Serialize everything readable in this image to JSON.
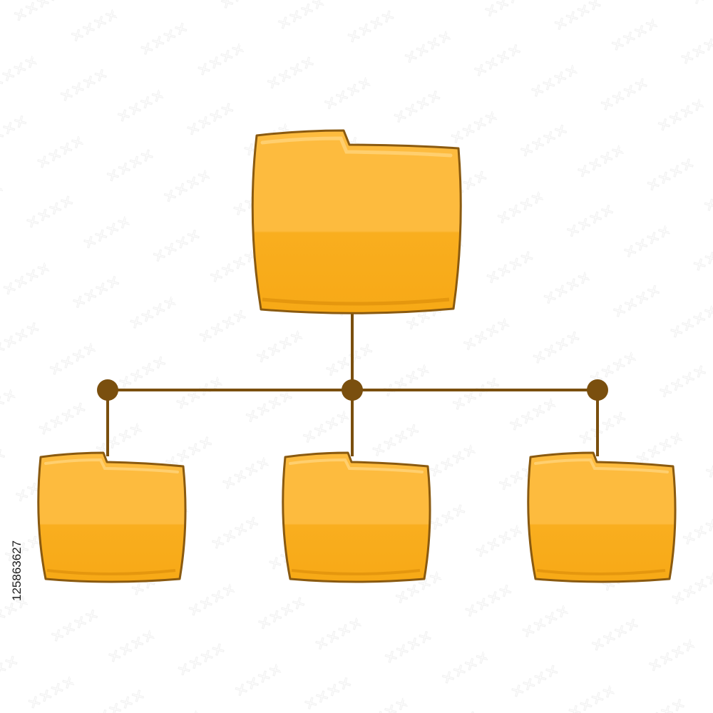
{
  "illustration": {
    "subject": "folder-hierarchy-icon",
    "colors": {
      "folder_top": "#FDBB3E",
      "folder_bottom": "#F9AE1F",
      "folder_highlight": "#FFC85A",
      "folder_shade": "#E69A12",
      "outline": "#8A5A10",
      "connector": "#7A4F0E",
      "background": "#FFFFFF",
      "watermark": "#E6E6E6"
    },
    "nodes": [
      "root-folder",
      "child-folder-left",
      "child-folder-center",
      "child-folder-right"
    ]
  },
  "watermark": {
    "stock_id": "125863627"
  }
}
